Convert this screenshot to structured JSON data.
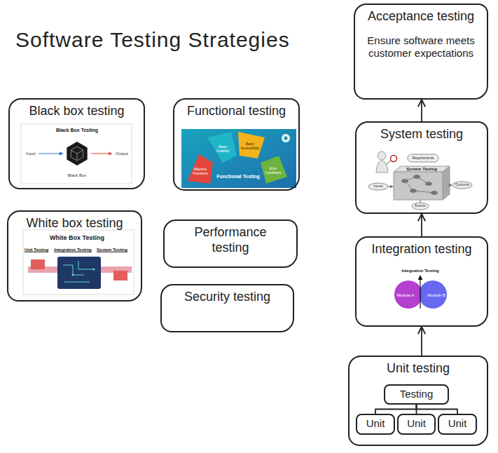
{
  "diagram": {
    "title": "Software Testing Strategies",
    "nodes": [
      {
        "text": [
          "Acceptance testing",
          "Ensure software meets customer expectations"
        ]
      },
      {
        "text": [
          "Black box testing"
        ]
      },
      {
        "text": [
          "Functional testing"
        ]
      },
      {
        "text": [
          "System testing"
        ]
      },
      {
        "text": [
          "White box testing"
        ]
      },
      {
        "text": [
          "Performance testing"
        ]
      },
      {
        "text": [
          "Integration testing"
        ]
      },
      {
        "text": [
          "Security testing"
        ]
      },
      {
        "text": [
          "Unit testing"
        ]
      },
      {
        "text": [
          "Testing"
        ],
        "in": 8
      },
      {
        "text": [
          "Unit"
        ],
        "in": 8
      },
      {
        "text": [
          "Unit"
        ],
        "in": 8
      },
      {
        "text": [
          "Unit"
        ],
        "in": 8
      }
    ],
    "edges": [
      {
        "from": 8,
        "to": 6,
        "arrow": "to"
      },
      {
        "from": 6,
        "to": 3,
        "arrow": "to"
      },
      {
        "from": 3,
        "to": 0,
        "arrow": "to"
      },
      {
        "from": 9,
        "to": 10,
        "arrow": "none"
      },
      {
        "from": 9,
        "to": 11,
        "arrow": "none"
      },
      {
        "from": 9,
        "to": 12,
        "arrow": "none"
      }
    ],
    "labels": [
      "Black Box Testing",
      "Input",
      "Output",
      "Black Box",
      "Mainline Functions",
      "Basic Usability",
      "Basic Accessibility",
      "Error Conditions",
      "Functional Testing",
      "Requirements",
      "System Testing",
      "Inputs",
      "Outcome",
      "Events",
      "White Box Testing",
      "Unit Testing",
      "Integration Testing",
      "System Testing",
      "Integration Testing",
      "Module A",
      "Module B"
    ]
  }
}
